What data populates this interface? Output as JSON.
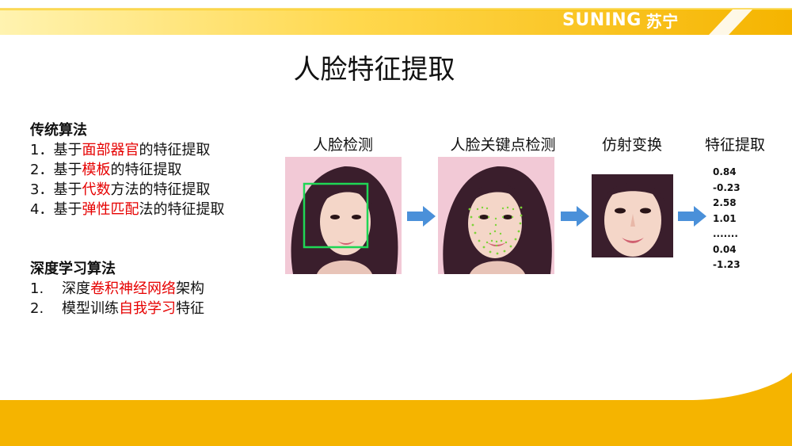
{
  "brand": {
    "name": "SUNING",
    "name_cn": "苏宁"
  },
  "title": "人脸特征提取",
  "traditional": {
    "heading": "传统算法",
    "items": [
      {
        "prefix": "1．基于",
        "highlight": "面部器官",
        "suffix": "的特征提取"
      },
      {
        "prefix": "2．基于",
        "highlight": "模板",
        "suffix": "的特征提取"
      },
      {
        "prefix": "3．基于",
        "highlight": "代数",
        "suffix": "方法的特征提取"
      },
      {
        "prefix": "4．基于",
        "highlight": "弹性匹配",
        "suffix": "法的特征提取"
      }
    ]
  },
  "deep": {
    "heading": "深度学习算法",
    "items": [
      {
        "prefix": "1.    深度",
        "highlight": "卷积神经网络",
        "suffix": "架构"
      },
      {
        "prefix": "2.    模型训练",
        "highlight": "自我学习",
        "suffix": "特征"
      }
    ]
  },
  "pipeline": {
    "steps": [
      "人脸检测",
      "人脸关键点检测",
      "仿射变换",
      "特征提取"
    ],
    "features": [
      "0.84",
      "-0.23",
      "2.58",
      "1.01",
      ".......",
      "0.04",
      "-1.23"
    ]
  },
  "colors": {
    "accent": "#f5b400",
    "accent_light": "#ffd84d",
    "highlight": "#e60000",
    "arrow": "#4a90d9",
    "box_green": "#1fd655"
  }
}
